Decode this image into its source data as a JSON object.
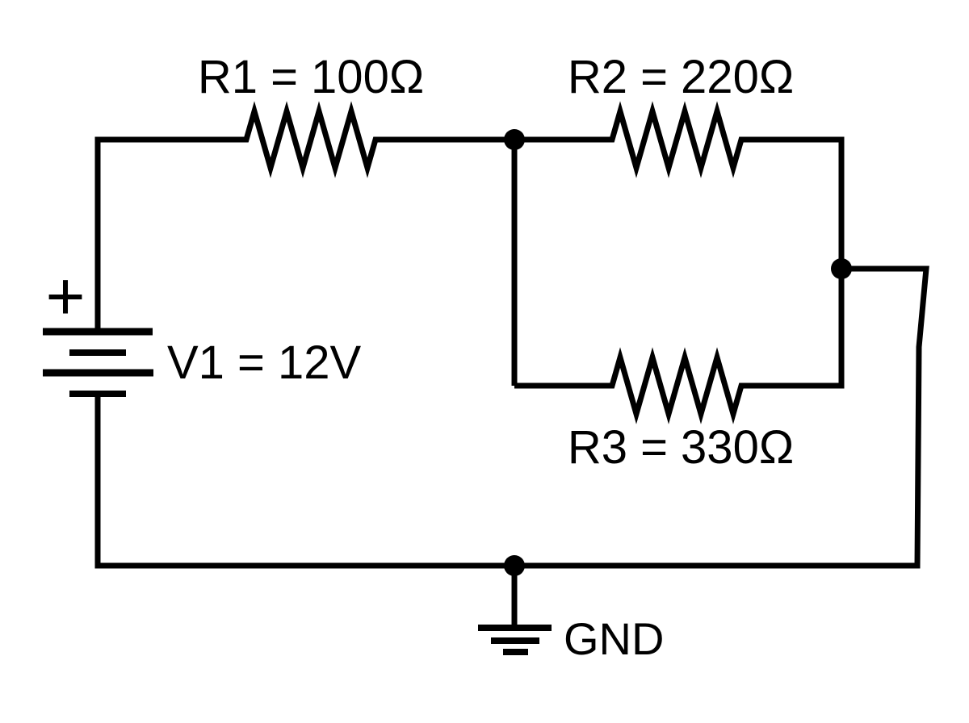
{
  "diagram": {
    "type": "circuit-schematic",
    "colors": {
      "background": "#ffffff",
      "ink": "#000000"
    },
    "components": {
      "v1": {
        "label": "V1 = 12V",
        "polarity": "+"
      },
      "r1": {
        "label": "R1 = 100Ω"
      },
      "r2": {
        "label": "R2 = 220Ω"
      },
      "r3": {
        "label": "R3 = 330Ω"
      },
      "gnd": {
        "label": "GND"
      }
    }
  }
}
